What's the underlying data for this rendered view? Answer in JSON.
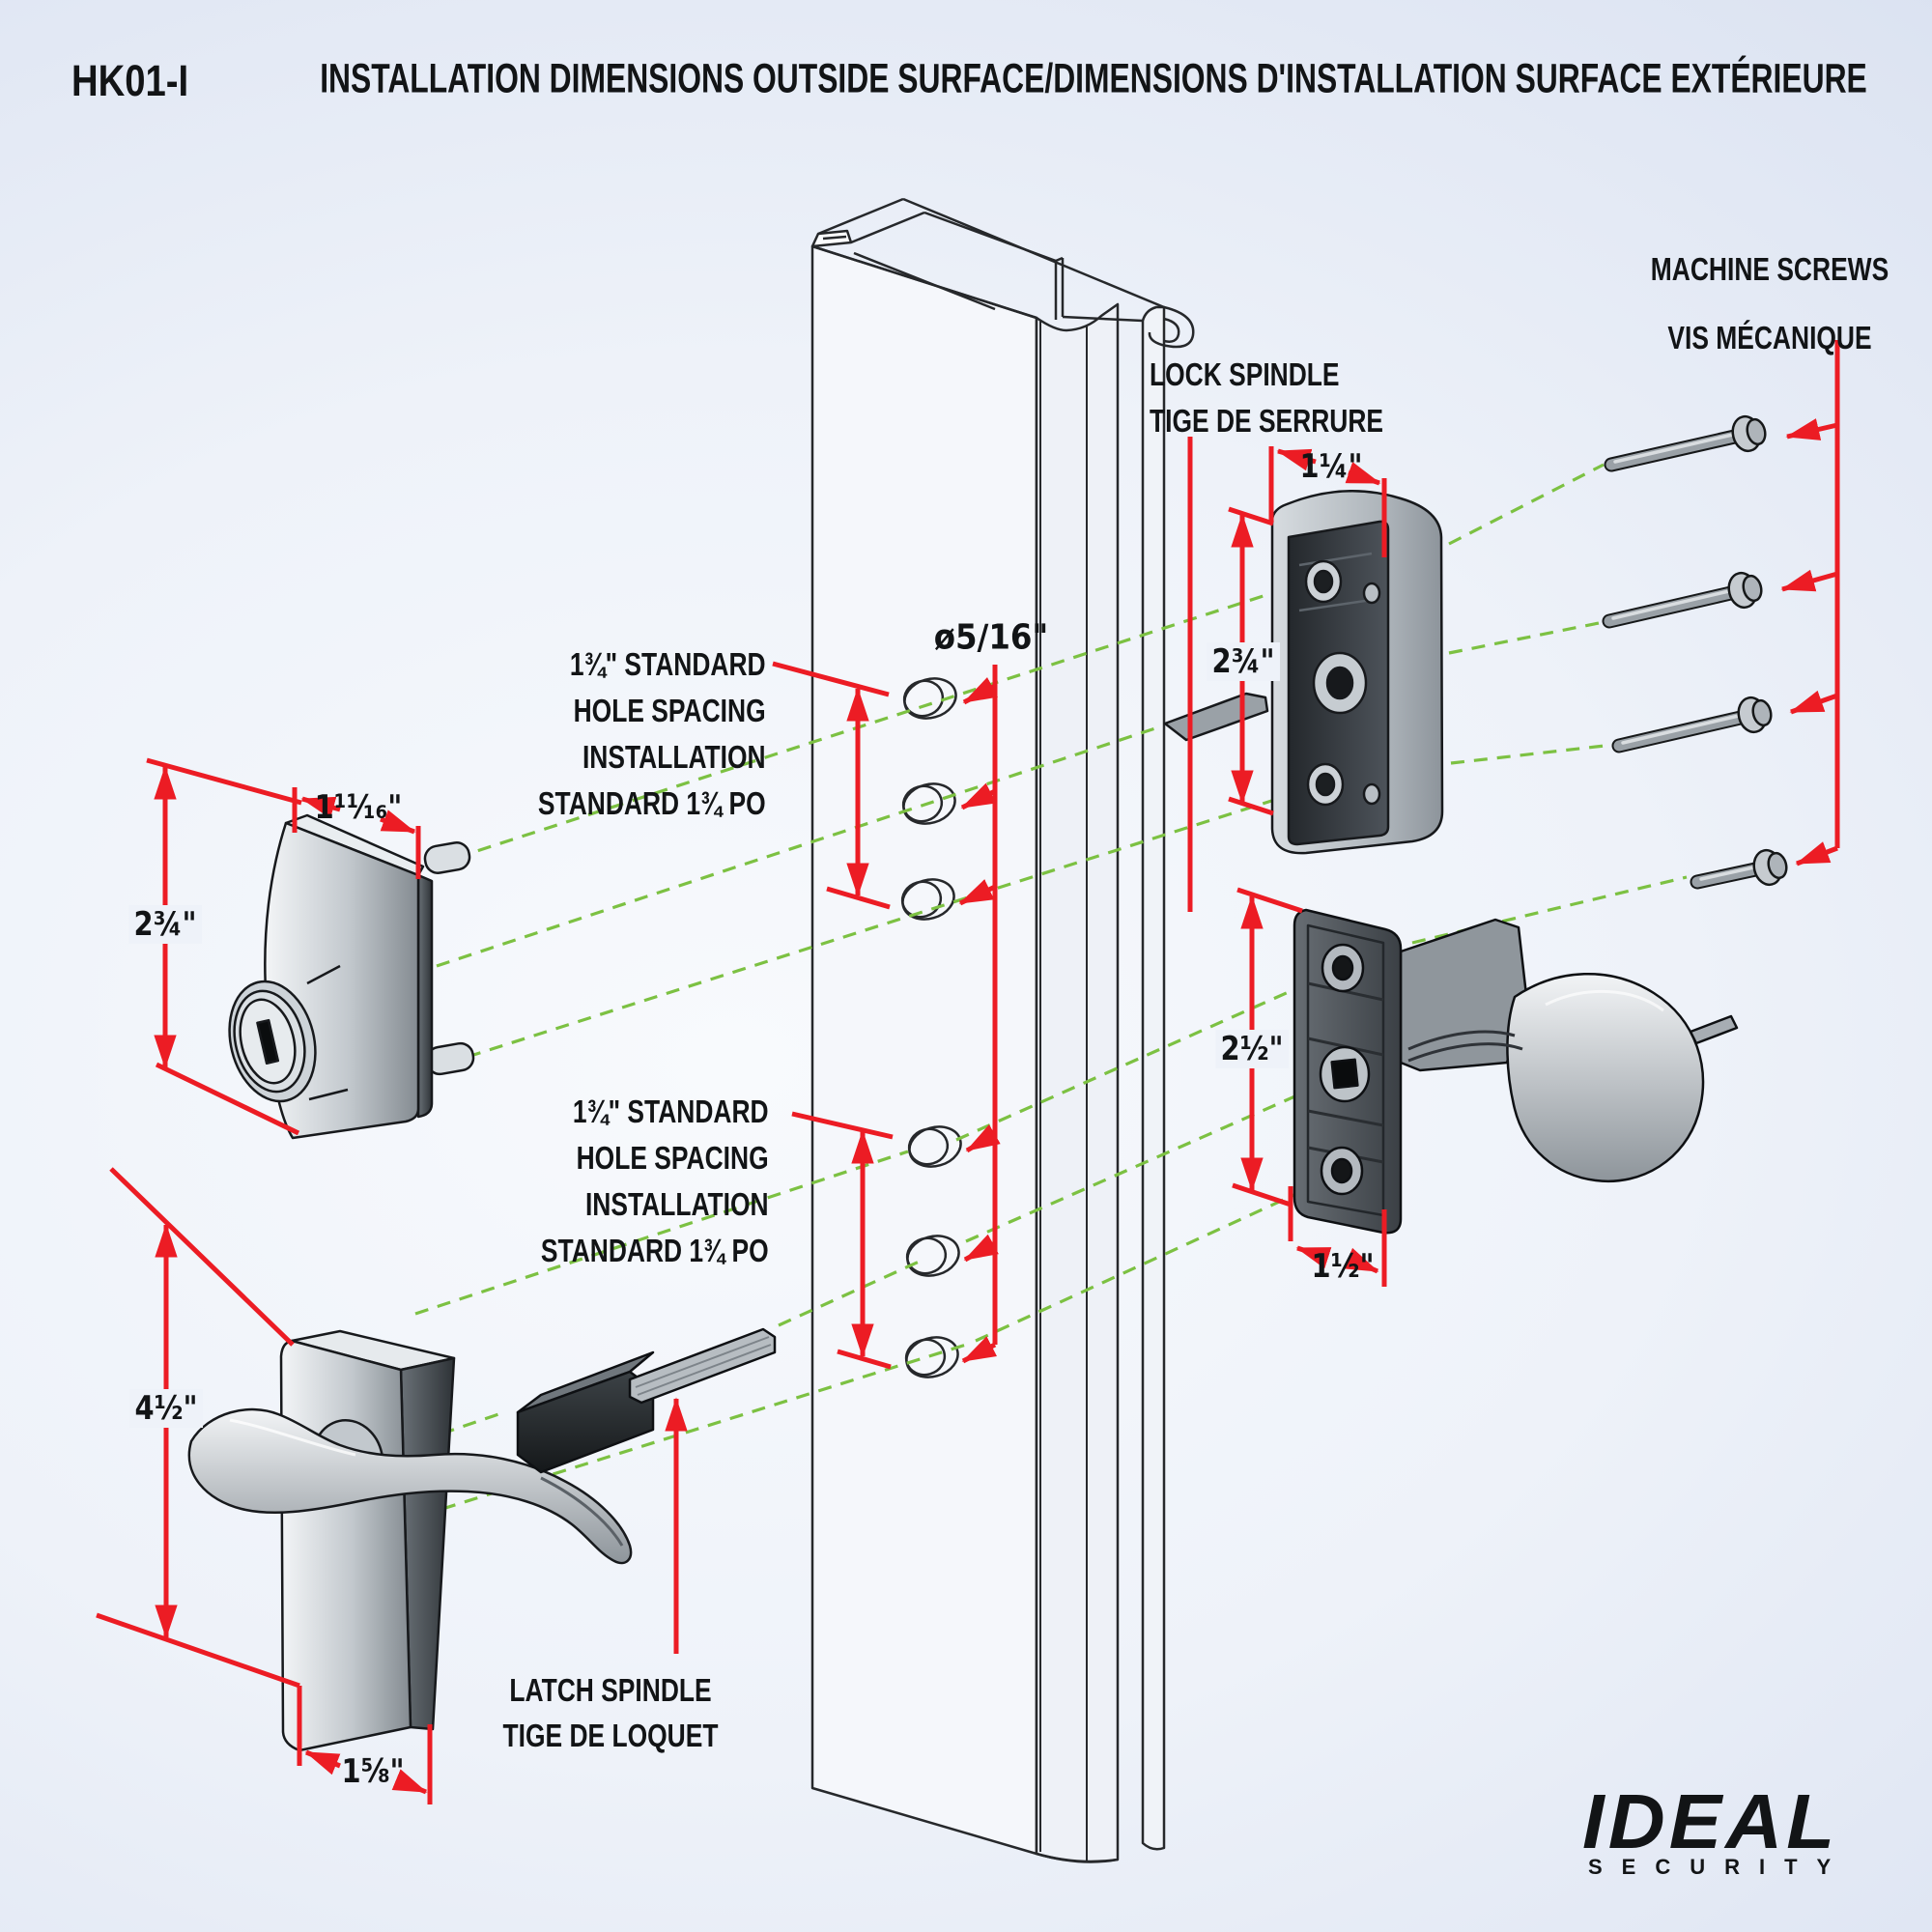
{
  "header": {
    "model": "HK01-I",
    "title": "INSTALLATION DIMENSIONS OUTSIDE SURFACE/DIMENSIONS D'INSTALLATION SURFACE EXTÉRIEURE"
  },
  "callouts": {
    "hole_spacing_upper": {
      "lines": [
        "1¾\" STANDARD",
        "HOLE SPACING",
        "INSTALLATION",
        "STANDARD 1¾ PO"
      ]
    },
    "hole_spacing_lower": {
      "lines": [
        "1¾\" STANDARD",
        "HOLE SPACING",
        "INSTALLATION",
        "STANDARD 1¾ PO"
      ]
    },
    "hole_diameter": "ø5/16\"",
    "lock_spindle": {
      "line1": "LOCK SPINDLE",
      "line2": "TIGE DE SERRURE"
    },
    "machine_screws": {
      "line1": "MACHINE SCREWS",
      "line2": "VIS MÉCANIQUE"
    },
    "latch_spindle": {
      "line1": "LATCH SPINDLE",
      "line2": "TIGE DE LOQUET"
    }
  },
  "dimensions": {
    "outside_lock_width": "1¹¹⁄₁₆\"",
    "outside_lock_height": "2¾\"",
    "handle_height": "4½\"",
    "handle_width": "1⅝\"",
    "housing_width": "1¼\"",
    "housing_height": "2¾\"",
    "latch_bracket_height": "2½\"",
    "latch_bracket_width": "1½\""
  },
  "logo": {
    "brand": "IDEAL",
    "subtitle": "SECURITY"
  },
  "colors": {
    "dimension_red": "#ec1c24",
    "alignment_green": "#7cc142",
    "background_tint": "#dde4f2"
  }
}
